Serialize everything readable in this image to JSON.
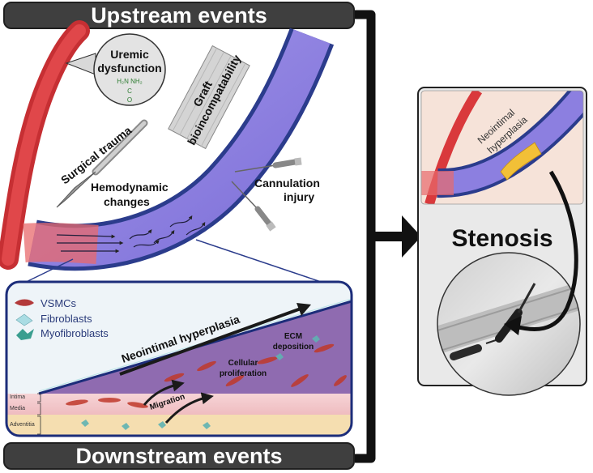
{
  "banners": {
    "upstream": "Upstream events",
    "downstream": "Downstream events"
  },
  "upstream_labels": {
    "uremic_line1": "Uremic",
    "uremic_line2": "dysfunction",
    "urea_formula_top": "H₂N   NH₂",
    "urea_formula_c": "C",
    "urea_formula_o": "O",
    "graft_line1": "Graft",
    "graft_line2": "bioincompatability",
    "surgical": "Surgical trauma",
    "hemo_line1": "Hemodynamic",
    "hemo_line2": "changes",
    "cannulation_line1": "Cannulation",
    "cannulation_line2": "injury"
  },
  "downstream_labels": {
    "legend": [
      "VSMCs",
      "Fibroblasts",
      "Myofibroblasts"
    ],
    "neointimal": "Neointimal hyperplasia",
    "ecm_line1": "ECM",
    "ecm_line2": "deposition",
    "cellular_line1": "Cellular",
    "cellular_line2": "proliferation",
    "migration": "Migration",
    "layers": [
      "Intima",
      "Media",
      "Adventitia"
    ]
  },
  "outcome": {
    "inset_line1": "Neointimal",
    "inset_line2": "hyperplasia",
    "stenosis": "Stenosis"
  },
  "colors": {
    "banner": "#3f3f3f",
    "vein": "#8c7fe0",
    "vein_edge": "#2b3c8c",
    "artery": "#d9393c",
    "media": "#f0c2c4",
    "adventitia": "#f5deb0",
    "neointima": "#8f6bb0"
  }
}
